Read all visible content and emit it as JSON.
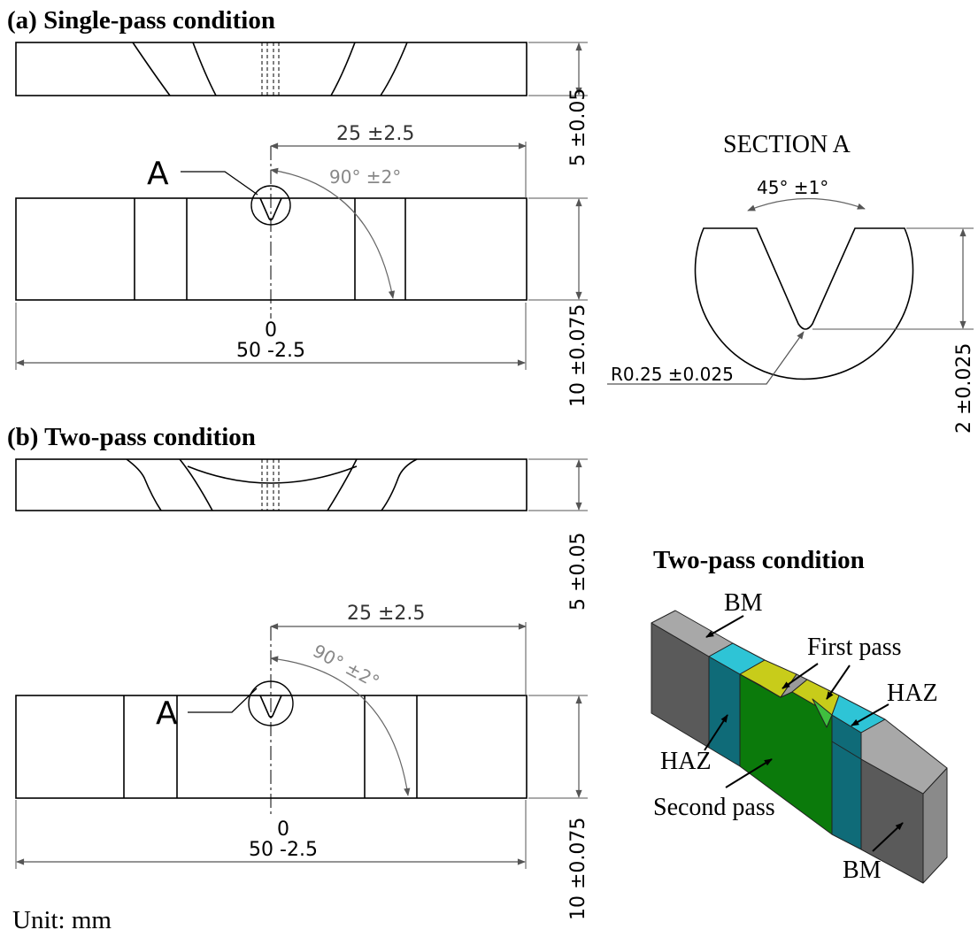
{
  "single_pass": {
    "title": "(a) Single-pass condition",
    "dim_length_half": "25 ±2.5",
    "dim_angle": "90° ±2°",
    "section_marker": "A",
    "zero_label": "0",
    "dim_length_total": "50 -2.5",
    "dim_thickness": "5 ±0.05",
    "dim_height": "10 ±0.075"
  },
  "section_a": {
    "title": "SECTION A",
    "dim_notch_angle": "45° ±1°",
    "dim_radius": "R0.25 ±0.025",
    "dim_depth": "2 ±0.025"
  },
  "two_pass": {
    "title": "(b) Two-pass condition",
    "dim_length_half": "25 ±2.5",
    "dim_angle": "90° ±2°",
    "section_marker": "A",
    "zero_label": "0",
    "dim_length_total": "50 -2.5",
    "dim_thickness": "5 ±0.05",
    "dim_height": "10 ±0.075"
  },
  "specimen_3d": {
    "title": "Two-pass condition",
    "label_bm_top": "BM",
    "label_first_pass": "First pass",
    "label_haz_right": "HAZ",
    "label_haz_left": "HAZ",
    "label_second_pass": "Second pass",
    "label_bm_bottom": "BM",
    "colors": {
      "base_metal_front": "#5a5a5a",
      "base_metal_top": "#a8a8a8",
      "haz_front": "#0f6b78",
      "haz_top": "#2ec4d6",
      "second_pass": "#0b7a0b",
      "first_pass": "#c8cc1a",
      "first_pass_green": "#3fbf3f"
    }
  },
  "unit_label": "Unit: mm"
}
